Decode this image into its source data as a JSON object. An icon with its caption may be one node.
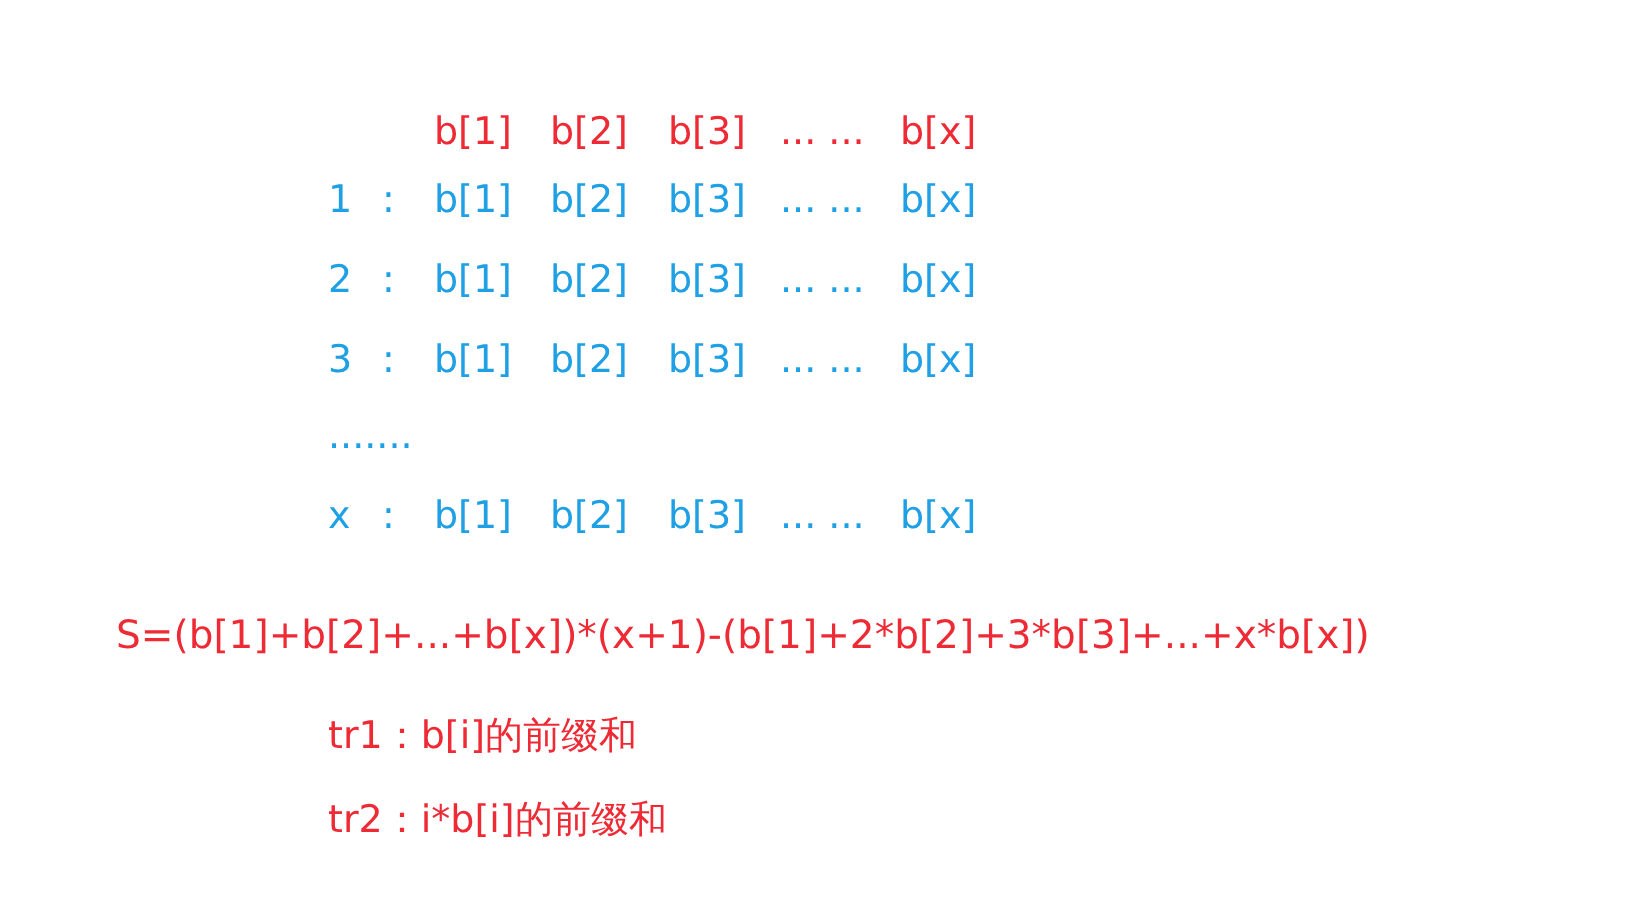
{
  "diagram": {
    "labels": [
      "b[1]",
      "b[2]",
      "b[3]",
      "... ...",
      "b[x]",
      "1",
      ":",
      "b[1]",
      "b[2]",
      "b[3]",
      "... ...",
      "b[x]",
      "2",
      ":",
      "b[1]",
      "b[2]",
      "b[3]",
      "... ...",
      "b[x]",
      "3",
      ":",
      "b[1]",
      "b[2]",
      "b[3]",
      "... ...",
      "b[x]",
      ".......",
      "x",
      ":",
      "b[1]",
      "b[2]",
      "b[3]",
      "... ...",
      "b[x]",
      "S=(b[1]+b[2]+...+b[x])*(x+1)-(b[1]+2*b[2]+3*b[3]+...+x*b[x])",
      "tr1：b[i]的前缀和",
      "tr2：i*b[i]的前缀和"
    ]
  }
}
